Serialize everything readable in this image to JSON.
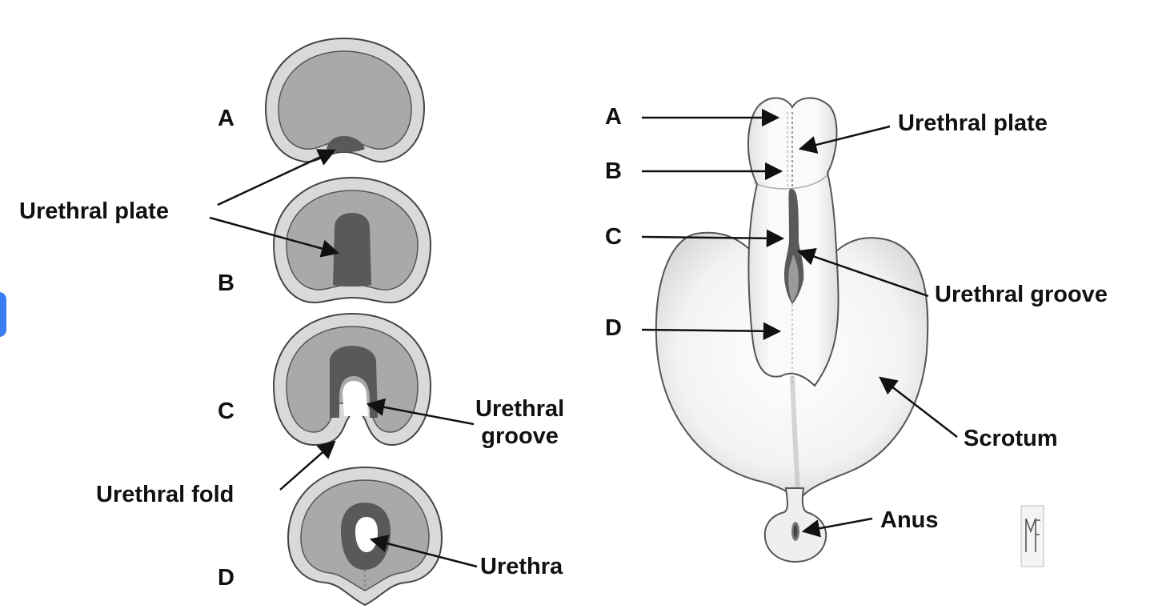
{
  "left_panel": {
    "letters": [
      "A",
      "B",
      "C",
      "D"
    ],
    "labels": {
      "urethral_plate": "Urethral plate",
      "urethral_groove": "Urethral\ngroove",
      "urethral_fold": "Urethral fold",
      "urethra": "Urethra"
    }
  },
  "right_panel": {
    "letters": [
      "A",
      "B",
      "C",
      "D"
    ],
    "labels": {
      "urethral_plate": "Urethral plate",
      "urethral_groove": "Urethral groove",
      "scrotum": "Scrotum",
      "anus": "Anus"
    }
  },
  "colors": {
    "outer_layer": "#d9d9d9",
    "inner_layer": "#a9a9a9",
    "plate": "#595959",
    "outline": "#444444",
    "body": "#f2f2f2"
  }
}
